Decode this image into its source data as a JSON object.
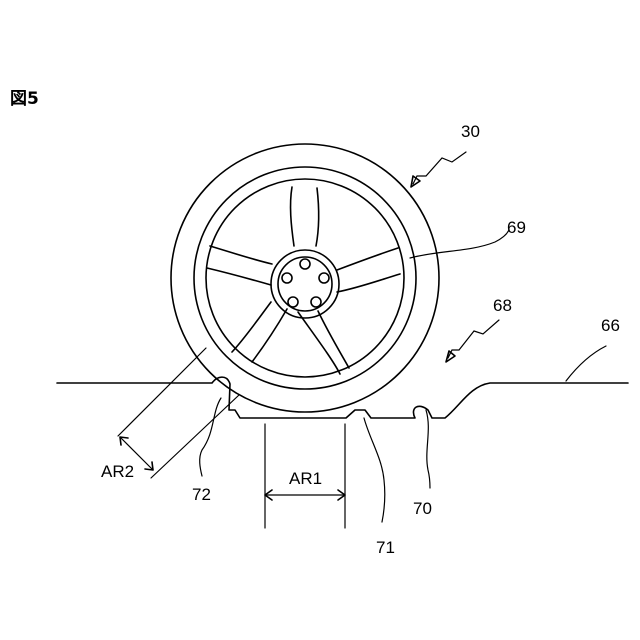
{
  "figure": {
    "title": "図5",
    "labels": {
      "tire_unit": "30",
      "wheel_rim": "69",
      "recess": "68",
      "road_surface": "66",
      "groove_right": "70",
      "flat_bottom": "71",
      "groove_left": "72",
      "width_1": "AR1",
      "width_2": "AR2"
    }
  }
}
